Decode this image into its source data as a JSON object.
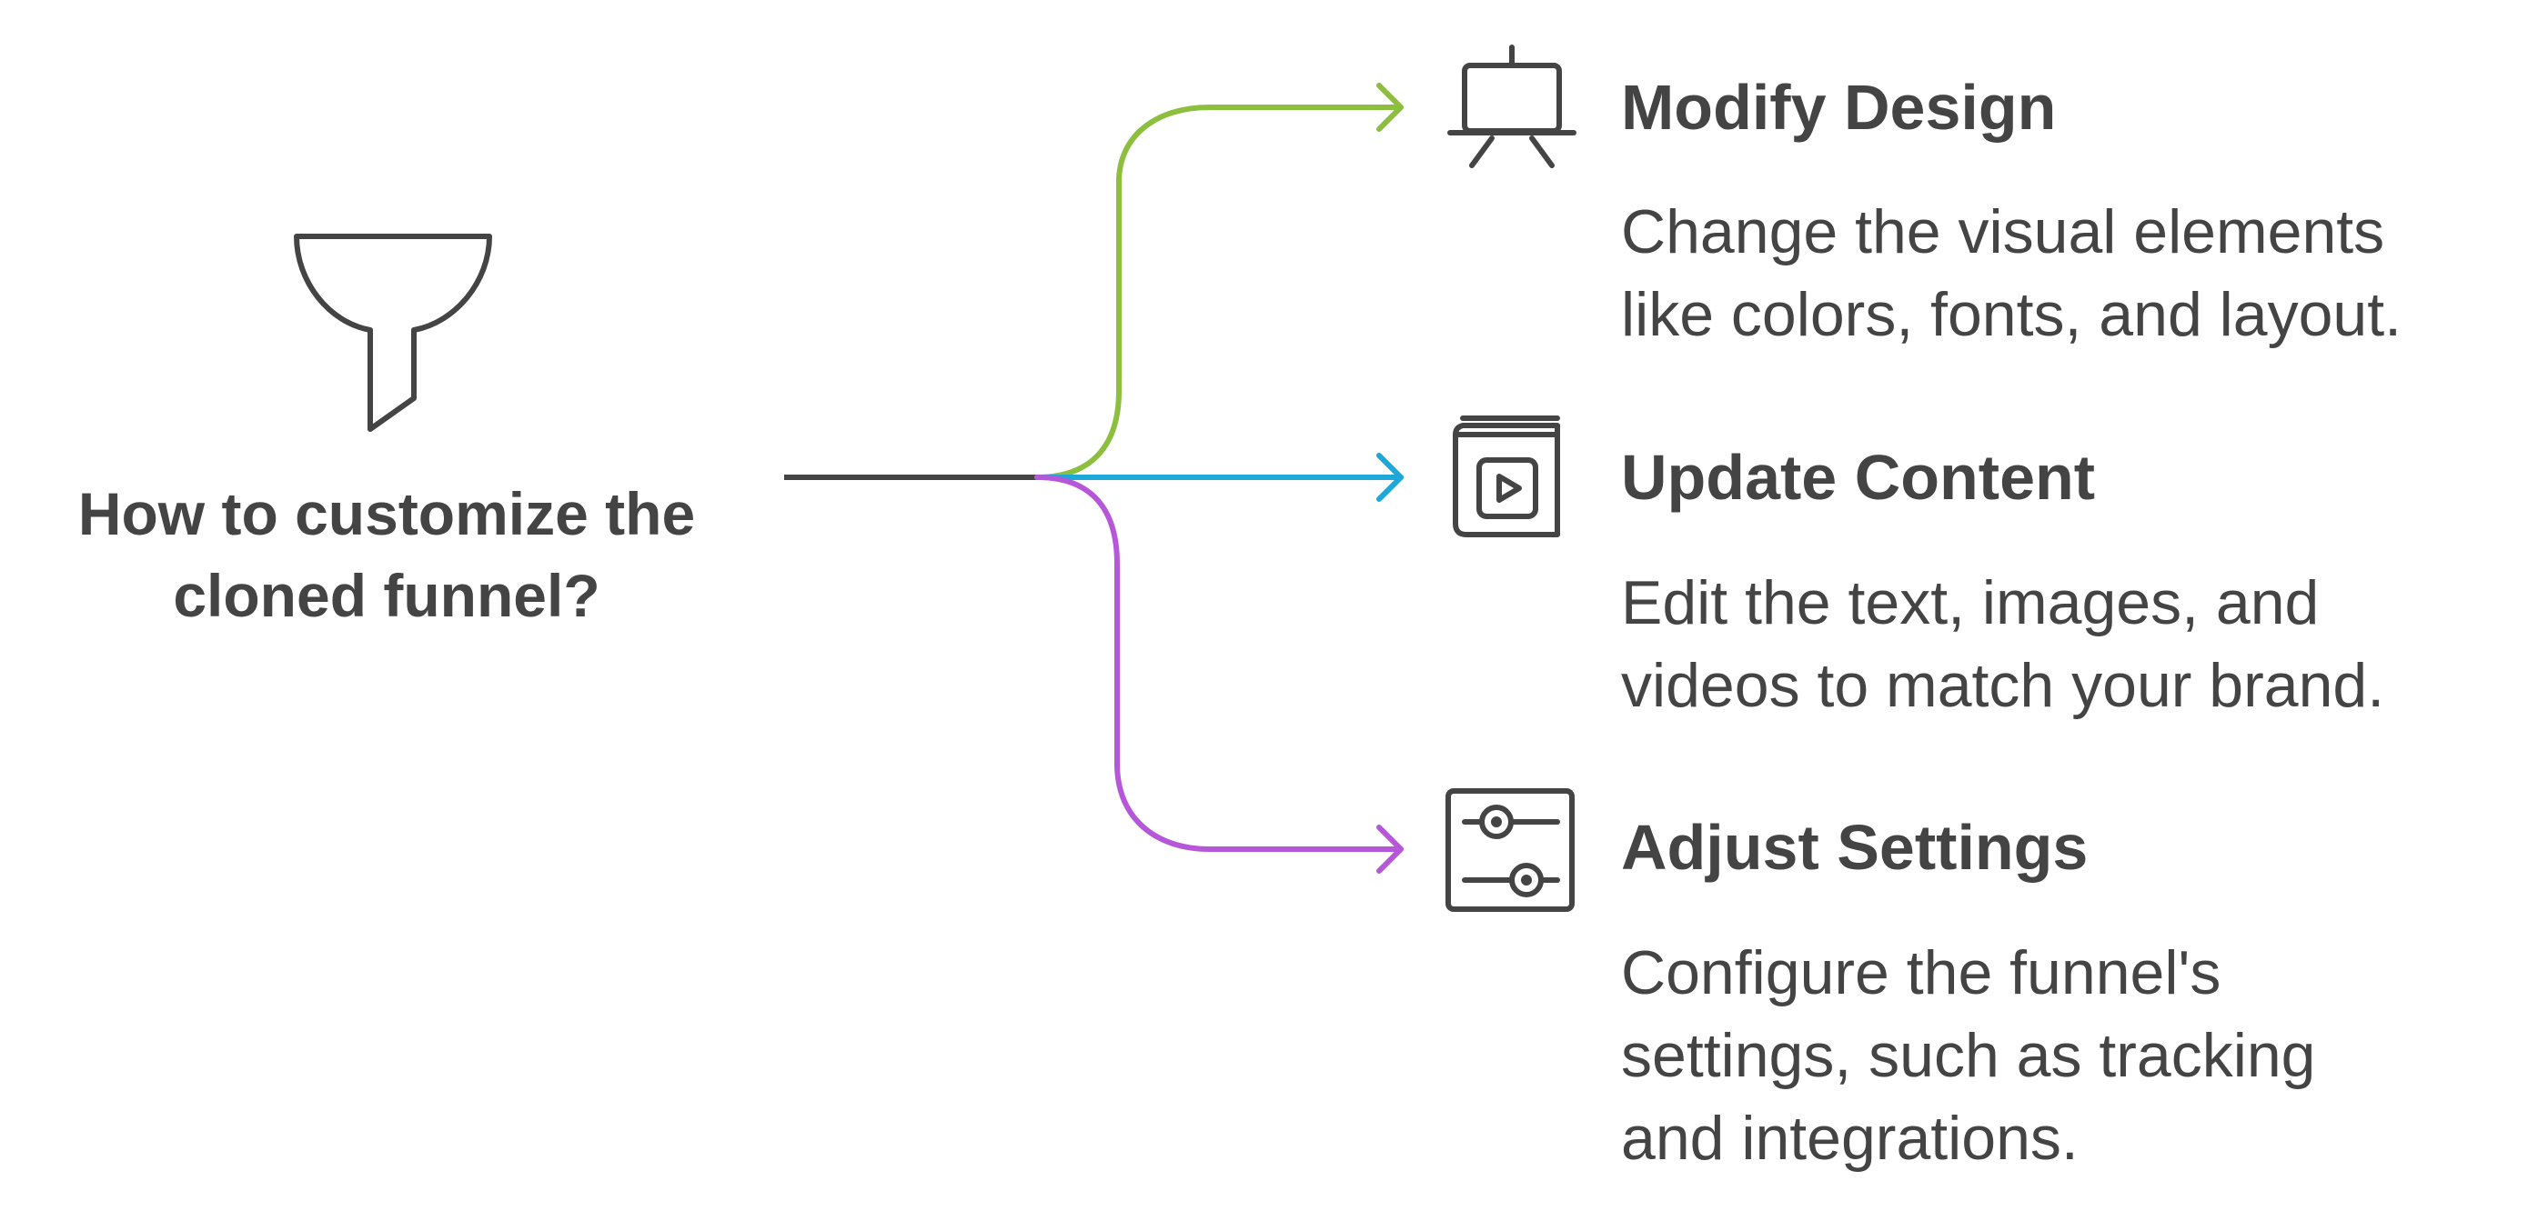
{
  "question": {
    "lines": [
      "How to customize the",
      "cloned funnel?"
    ]
  },
  "branches": [
    {
      "title": "Modify Design",
      "description_lines": [
        "Change the visual elements",
        "like colors, fonts, and layout."
      ],
      "icon": "easel-icon",
      "color": "#8dbf3f"
    },
    {
      "title": "Update Content",
      "description_lines": [
        "Edit the text, images, and",
        "videos to match your brand."
      ],
      "icon": "video-book-icon",
      "color": "#1ea8d8"
    },
    {
      "title": "Adjust Settings",
      "description_lines": [
        "Configure the funnel's",
        "settings, such as tracking",
        "and integrations."
      ],
      "icon": "sliders-icon",
      "color": "#b557d8"
    }
  ],
  "colors": {
    "text": "#444444",
    "stroke": "#444444"
  },
  "root_icon": "funnel-icon"
}
